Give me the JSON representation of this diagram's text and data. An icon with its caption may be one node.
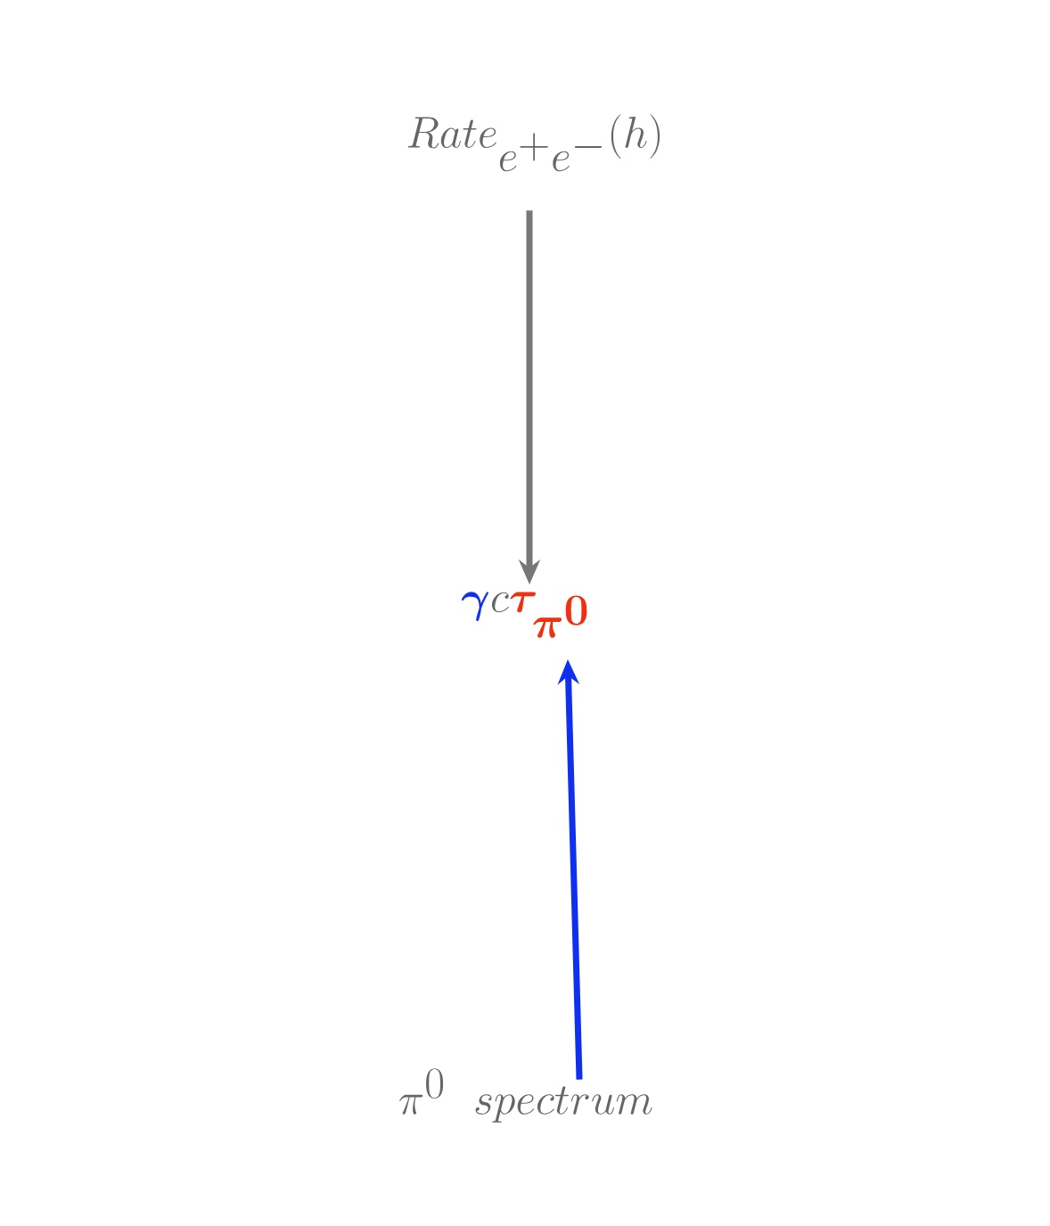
{
  "diagram": {
    "nodes": [
      {
        "text": [
          "Rate_{e^+e^-}(h)"
        ]
      },
      {
        "text": [
          "\\gamma",
          "c",
          "\\tau_{\\pi^0}"
        ]
      },
      {
        "text": [
          "\\pi^0\\ spectrum"
        ]
      }
    ],
    "edges": [
      {
        "from": 0,
        "to": 1,
        "arrow": "to"
      },
      {
        "from": 2,
        "to": 1,
        "arrow": "to",
        "color": "#1030f0"
      }
    ]
  }
}
